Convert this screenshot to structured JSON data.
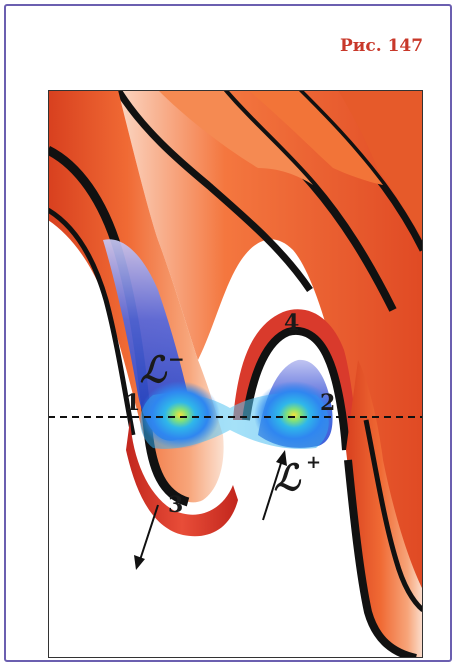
{
  "caption": "Рис. 147",
  "labels": {
    "point_1": "1",
    "point_2": "2",
    "point_3": "3",
    "point_4": "4",
    "l_minus": "ℒ",
    "l_minus_sign": "−",
    "l_plus": "ℒ",
    "l_plus_sign": "+"
  },
  "colors": {
    "surface_red": "#e2522b",
    "surface_orange": "#f47a3c",
    "surface_light": "#fbd1bb",
    "edge_black": "#111111",
    "glow_blue": "#2f6cf0",
    "glow_cyan": "#29c3ee",
    "frame": "#6b5fb0",
    "caption_red": "#c8382a"
  }
}
